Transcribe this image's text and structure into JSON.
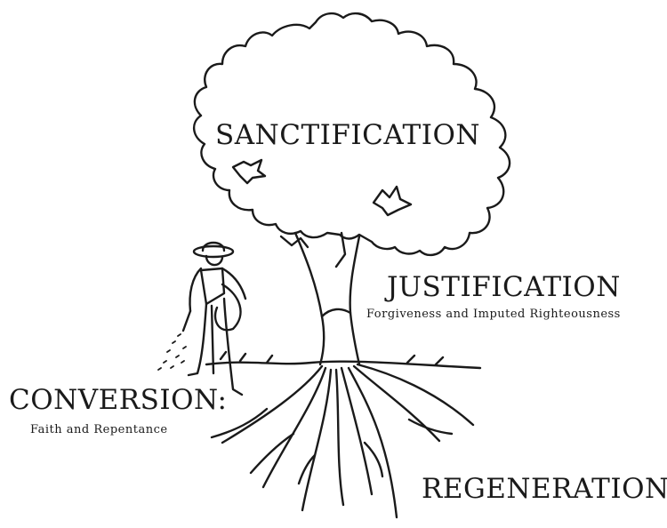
{
  "labels": {
    "sanctification": "SANCTIFICATION",
    "justification": "JUSTIFICATION",
    "justification_sub": "Forgiveness and Imputed Righteousness",
    "conversion": "CONVERSION:",
    "conversion_sub": "Faith and Repentance",
    "regeneration": "REGENERATION"
  },
  "colors": {
    "ink": "#1a1a1a",
    "background": "#ffffff"
  }
}
